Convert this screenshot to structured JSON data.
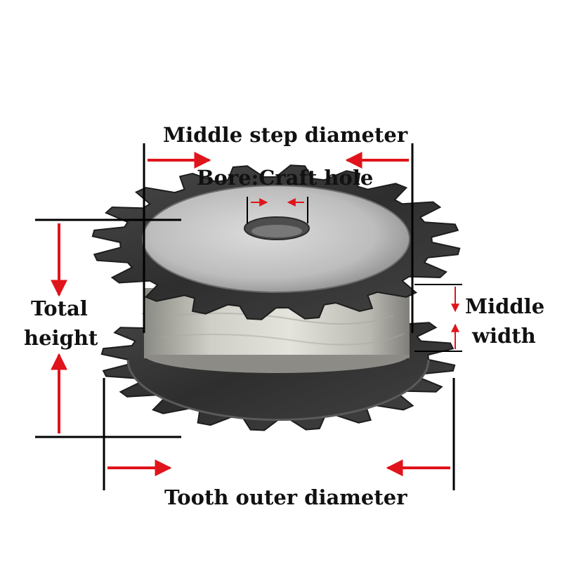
{
  "labels": {
    "middle_step_diameter": "Middle step diameter",
    "bore": "Bore:Craft hole",
    "total_height_line1": "Total",
    "total_height_line2": "height",
    "middle_width_line1": "Middle",
    "middle_width_line2": "width",
    "tooth_outer_diameter": "Tooth outer diameter"
  },
  "colors": {
    "arrow": "#e0141b",
    "line": "#000000",
    "steel_dark": "#3a3a3a",
    "hub_light": "#d2d2cc",
    "text": "#111111"
  },
  "illustration": {
    "subject": "double-tooth chain sprocket with raised middle hub",
    "teeth_per_gear": 20,
    "gears": 2
  }
}
